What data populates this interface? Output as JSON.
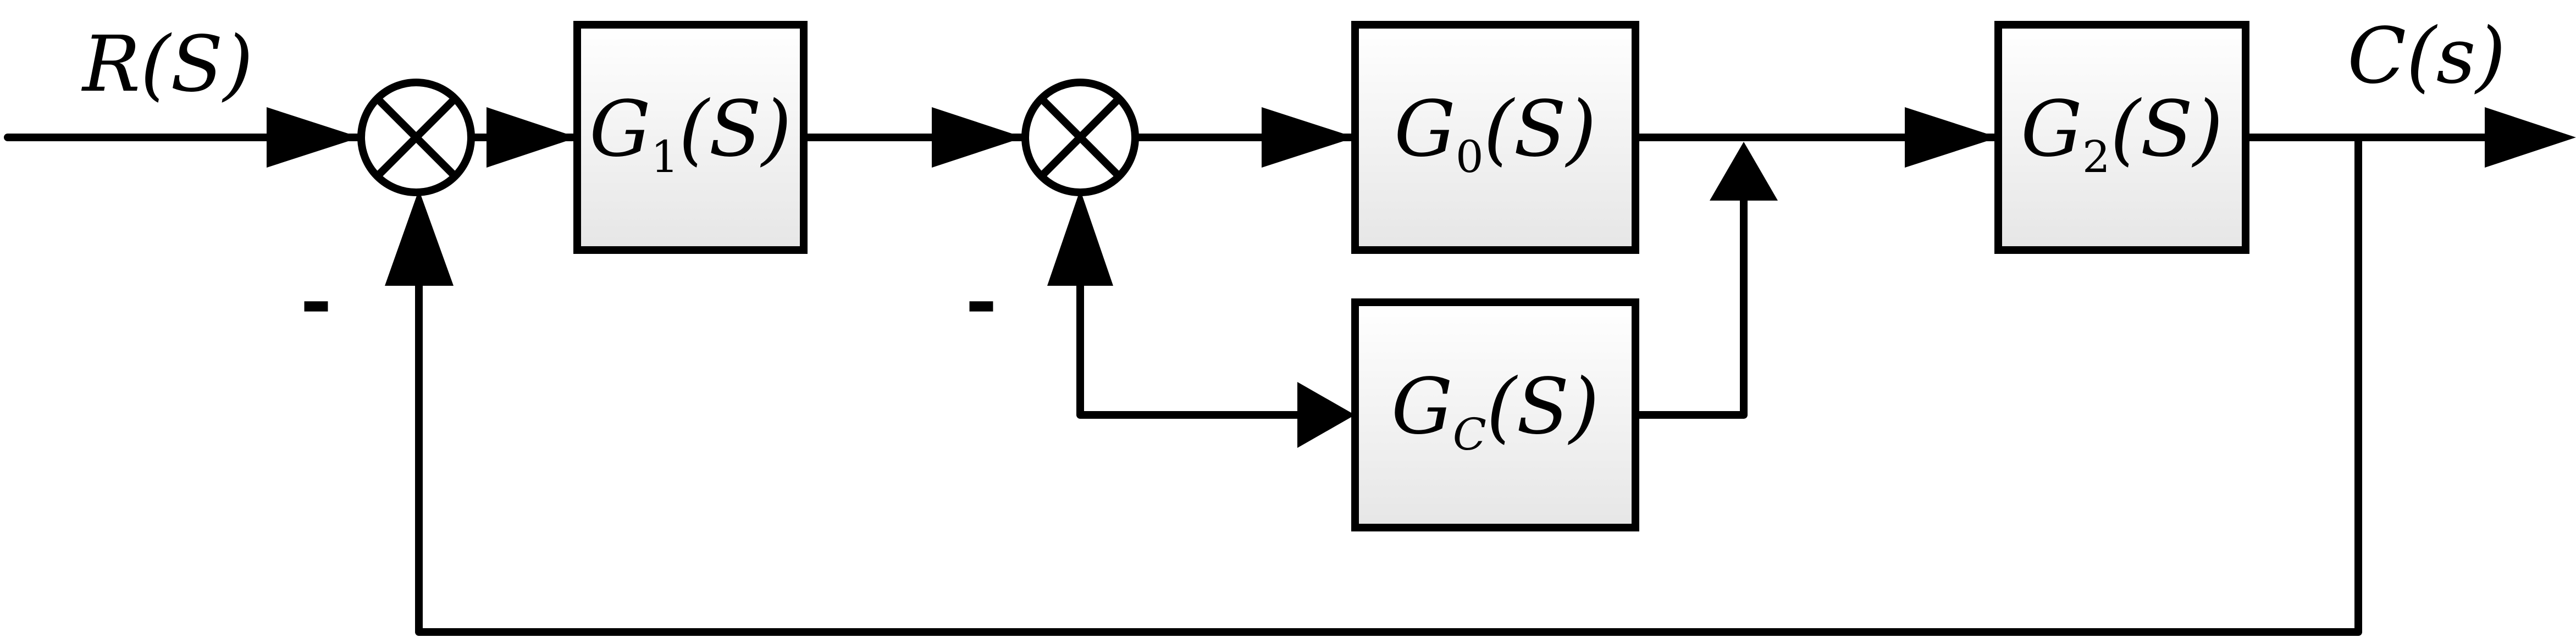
{
  "blocks": {
    "g1": {
      "letter": "G",
      "sub": "1",
      "arg": "(S)"
    },
    "g0": {
      "letter": "G",
      "sub": "0",
      "arg": "(S)"
    },
    "g2": {
      "letter": "G",
      "sub": "2",
      "arg": "(S)"
    },
    "gc": {
      "letter": "G",
      "sub": "C",
      "arg": "(S)"
    }
  },
  "signals": {
    "input": "R(S)",
    "output": "C(s)"
  },
  "signs": {
    "outer_feedback": "-",
    "inner_feedback": "-"
  },
  "colors": {
    "stroke": "#000000",
    "block_fill_top": "#ffffff",
    "block_fill_bottom": "#e6e6e6"
  }
}
